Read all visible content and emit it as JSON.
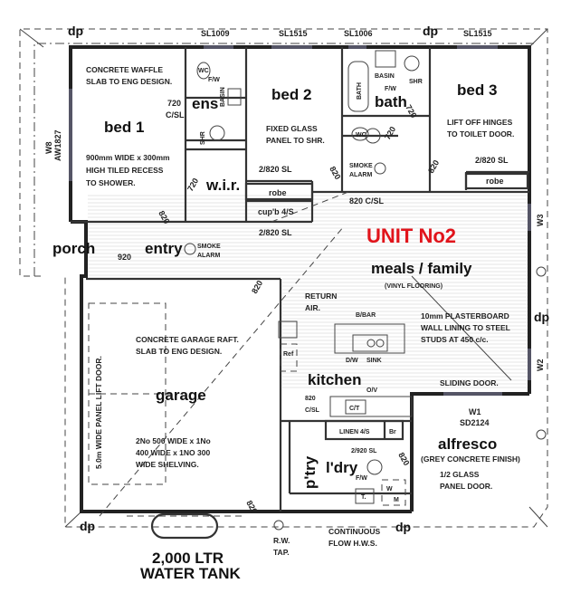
{
  "title": "UNIT No2",
  "accent_color": "#e1141b",
  "rooms": {
    "bed1": "bed 1",
    "ens": "ens",
    "wir": "w.i.r.",
    "bed2": "bed 2",
    "bath": "bath",
    "bed3": "bed 3",
    "porch": "porch",
    "entry": "entry",
    "meals": "meals / family",
    "kitchen": "kitchen",
    "garage": "garage",
    "pantry": "p'try",
    "laundry": "l'dry",
    "alfresco": "alfresco"
  },
  "windows": [
    "SL1009",
    "SL1515",
    "SL1006",
    "SL1515",
    "W8",
    "AW1827",
    "W3",
    "W2",
    "W1",
    "SD2124"
  ],
  "downpipes": [
    "dp",
    "dp",
    "dp",
    "dp",
    "dp"
  ],
  "notes": {
    "waffle": [
      "CONCRETE WAFFLE",
      "SLAB TO ENG DESIGN."
    ],
    "recess": [
      "900mm WIDE x 300mm",
      "HIGH TILED RECESS",
      "TO SHOWER."
    ],
    "glass": [
      "FIXED GLASS",
      "PANEL TO SHR."
    ],
    "hinges": [
      "LIFT OFF HINGES",
      "TO TOILET DOOR."
    ],
    "vinyl": "(VINYL FLOORING)",
    "return_air": [
      "RETURN",
      "AIR."
    ],
    "plaster": [
      "10mm PLASTERBOARD",
      "WALL LINING TO STEEL",
      "STUDS AT 450 c/c."
    ],
    "garage_slab": [
      "CONCRETE GARAGE RAFT.",
      "SLAB TO ENG DESIGN."
    ],
    "shelving": [
      "2No 500 WIDE x 1No",
      "400 WIDE x 1NO 300",
      "WIDE SHELVING."
    ],
    "lift_door": "5.0m WIDE PANEL LIFT DOOR.",
    "sliding": "SLIDING DOOR.",
    "alfresco_finish": "(GREY CONCRETE FINISH)",
    "glass_door": [
      "1/2 GLASS",
      "PANEL DOOR."
    ],
    "hws": [
      "CONTINUOUS",
      "FLOW H.W.S."
    ],
    "tap": [
      "R.W.",
      "TAP."
    ],
    "tank": [
      "2,000 LTR",
      "WATER TANK"
    ]
  },
  "labels": {
    "c720": "720",
    "csl": "C/SL",
    "d720a": "720",
    "d820a": "820",
    "sl2820a": "2/820 SL",
    "robe1": "robe",
    "cupb": "cup'b 4/S",
    "sl2820b": "2/820 SL",
    "d820b": "820",
    "smoke": "SMOKE",
    "alarm": "ALARM",
    "csl820": "820 C/SL",
    "d820c": "820",
    "d720b": "720",
    "d720c": "720",
    "sl2820c": "2/820 SL",
    "robe2": "robe",
    "d920": "920",
    "d820d": "820",
    "d820e": "820",
    "bbar": "B/BAR",
    "dw": "D/W",
    "sink": "SINK",
    "ref": "Ref",
    "c820": "820",
    "csl2": "C/SL",
    "ov": "O/V",
    "ct": "C/T",
    "linen": "LINEN 4/S",
    "br": "Br",
    "sl2920": "2/920 SL",
    "fw": "F/W",
    "d820f": "820",
    "t": "T.",
    "w": "W",
    "m": "M",
    "wc": "WC",
    "basin": "BASIN",
    "shr": "SHR",
    "bathtub": "BATH",
    "fw2": "F/W",
    "fw3": "F/W",
    "wc2": "WC",
    "basin2": "BASIN",
    "shr2": "SHR"
  }
}
